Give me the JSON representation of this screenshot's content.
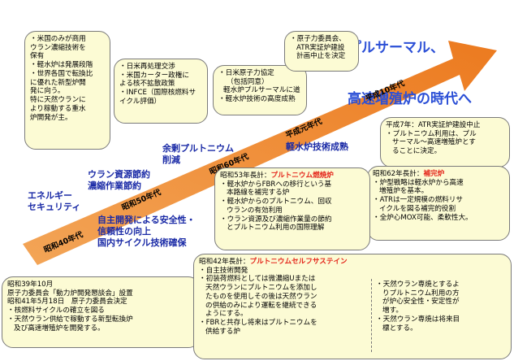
{
  "title": {
    "line1": "プルサーマル、",
    "line2": "高速増殖炉の時代へ"
  },
  "eras": {
    "s40": "昭和40年代",
    "s50": "昭和50年代",
    "s60": "昭和60年代",
    "heisei_gan": "平成元年代",
    "heisei10": "平成10年代"
  },
  "labels": {
    "energy_security": "エネルギー\nセキュリティ",
    "uranium": "ウラン資源節約\n濃縮作業節約",
    "surplus_pu": "余剰プルトニウム\n削減",
    "lwr_mature": "軽水炉技術成熟",
    "self_dev": "自主開発による安全性・\n信頼性の向上\n国内サイクル技術確保"
  },
  "boxes": {
    "us_only": [
      "・米国のみが商用",
      "ウラン濃縮技術を",
      "保有",
      "・軽水炉は発展段階",
      "・世界各国で転換比",
      "に優れた新型炉開",
      "発に向う。",
      "特に天然ウランに",
      "より稼動する重水",
      "炉開発が主。"
    ],
    "us_japan": [
      "・日米再処理交渉",
      "・米国カーター政権に",
      "よる核不拡散政策",
      "・INFCE（国際核燃料サ",
      "イクル評価）"
    ],
    "nuclear_agreement": [
      "・日米原子力協定",
      "（包括同意）",
      "軽水炉プルサーマルに道",
      "・軽水炉技術の高度成熟"
    ],
    "aec_atr": [
      "・原子力委員会、",
      "ATR実証炉建設",
      "計画中止を決定"
    ],
    "h7": [
      "平成7年：ATR実証炉建設中止",
      "・プルトニウム利用は、プル",
      "サーマル～高速増殖炉とす",
      "ることに決定。"
    ],
    "s62": {
      "header": "昭和62年長計：",
      "header_red": "補完炉",
      "lines": [
        "・炉型戦略は軽水炉から高速",
        "増殖炉を基本。",
        "・ATRは一定規模の燃料リサ",
        "イクルを図る補完的役割",
        "・全炉心MOX可能、柔軟性大。"
      ]
    },
    "s53": {
      "header": "昭和53年長計：",
      "header_red": "プルトニウム燃焼炉",
      "lines": [
        "・軽水炉からFBRへの移行という基",
        "本路線を補完する炉",
        "・軽水炉からのプルトニウム、回収",
        "ウランの有効利用",
        "・ウラン資源及び濃縮作業量の節約",
        "とプルトニウム利用の国際理解"
      ]
    },
    "s39": [
      "昭和39年10月",
      "原子力委員会「動力炉開発懇談会」設置",
      "昭和41年5月18日　原子力委員会決定",
      "・核燃料サイクルの確立を図る",
      "・天然ウラン供給で稼動する新型転換炉",
      "及び高速増殖炉を開発する。"
    ],
    "s42": {
      "header": "昭和42年長計：",
      "header_red": "プルトニウムセルフサステイン",
      "left": [
        "・自主技術開発",
        "・初装荷燃料としては微濃縮Uまたは",
        "天然ウランにプルトニウムを添加し",
        "たものを使用しその後は天然ウラン",
        "の供給のみにより運転を継続できる",
        "ようにする。",
        "・FBRと共存し将来はプルトニウムを",
        "供給する炉"
      ],
      "right": [
        "・天然ウラン専焼とするよ",
        "りプルトニウム利用の方",
        "が炉心安全性・安定性が",
        "増す。",
        "・天然ウラン専焼は将来目",
        "標とする。"
      ]
    }
  },
  "colors": {
    "arrow": "#f08a2e",
    "box_fill": "#fcfbd4",
    "label_blue": "#1a2aa6",
    "title_blue": "#2b4fd6",
    "red": "#e4261b"
  }
}
